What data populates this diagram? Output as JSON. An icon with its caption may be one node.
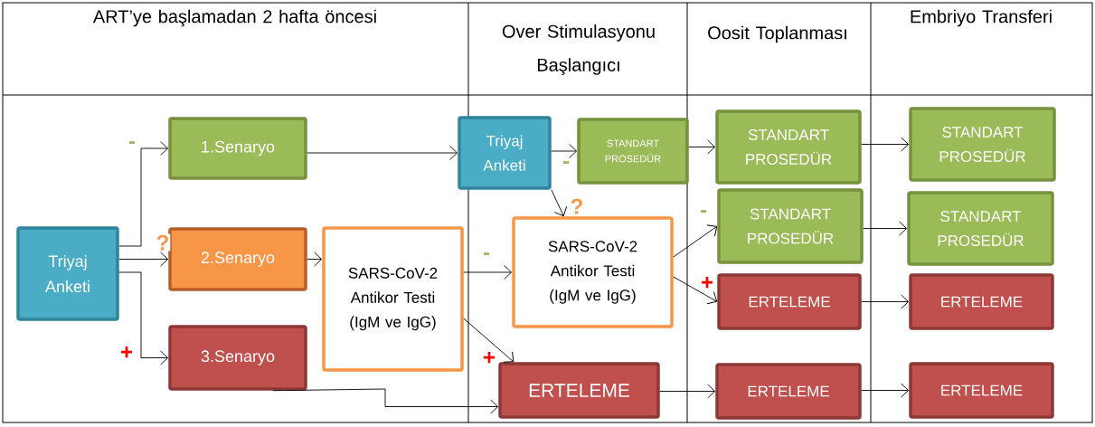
{
  "diagram": {
    "nodes": [
      {
        "text": [
          "Triyaj Anketi"
        ]
      },
      {
        "text": [
          "1.Senaryo"
        ]
      },
      {
        "text": [
          "2.Senaryo"
        ]
      },
      {
        "text": [
          "3.Senaryo"
        ]
      },
      {
        "text": [
          "SARS-CoV-2 Antikor Testi (IgM ve IgG)"
        ]
      },
      {
        "text": [
          "Triyaj Anketi"
        ]
      },
      {
        "text": [
          "STANDART PROSEDÜR"
        ]
      },
      {
        "text": [
          "SARS-CoV-2 Antikor Testi (IgM ve IgG)"
        ]
      },
      {
        "text": [
          "ERTELEME"
        ]
      },
      {
        "text": [
          "STANDART PROSEDÜR"
        ]
      },
      {
        "text": [
          "STANDART PROSEDÜR"
        ]
      },
      {
        "text": [
          "ERTELEME"
        ]
      },
      {
        "text": [
          "ERTELEME"
        ]
      },
      {
        "text": [
          "STANDART PROSEDÜR"
        ]
      },
      {
        "text": [
          "STANDART PROSEDÜR"
        ]
      },
      {
        "text": [
          "ERTELEME"
        ]
      },
      {
        "text": [
          "ERTELEME"
        ]
      }
    ],
    "edges": [
      {
        "from": 0,
        "to": 1,
        "arrow": "to",
        "label": "-"
      },
      {
        "from": 0,
        "to": 2,
        "arrow": "to",
        "label": "?"
      },
      {
        "from": 0,
        "to": 3,
        "arrow": "to",
        "label": "+"
      },
      {
        "from": 1,
        "to": 5,
        "arrow": "to"
      },
      {
        "from": 2,
        "to": 4,
        "arrow": "to"
      },
      {
        "from": 4,
        "to": 7,
        "arrow": "to",
        "label": "-"
      },
      {
        "from": 4,
        "to": 8,
        "arrow": "to",
        "label": "+"
      },
      {
        "from": 3,
        "to": 8,
        "arrow": "to"
      },
      {
        "from": 5,
        "to": 6,
        "arrow": "to",
        "label": "-"
      },
      {
        "from": 5,
        "to": 7,
        "arrow": "to",
        "label": "?"
      },
      {
        "from": 7,
        "to": 10,
        "arrow": "to",
        "label": "-"
      },
      {
        "from": 7,
        "to": 11,
        "arrow": "to",
        "label": "+"
      },
      {
        "from": 6,
        "to": 9,
        "arrow": "to"
      },
      {
        "from": 8,
        "to": 12,
        "arrow": "to"
      },
      {
        "from": 9,
        "to": 13,
        "arrow": "to"
      },
      {
        "from": 10,
        "to": 14,
        "arrow": "to"
      },
      {
        "from": 11,
        "to": 15,
        "arrow": "to"
      },
      {
        "from": 12,
        "to": 16,
        "arrow": "to"
      }
    ],
    "labels": [
      "ART’ye başlamadan 2 hafta öncesi",
      "Over Stimulasyonu Başlangıcı",
      "Oosit Toplanması",
      "Embriyo Transferi"
    ]
  }
}
